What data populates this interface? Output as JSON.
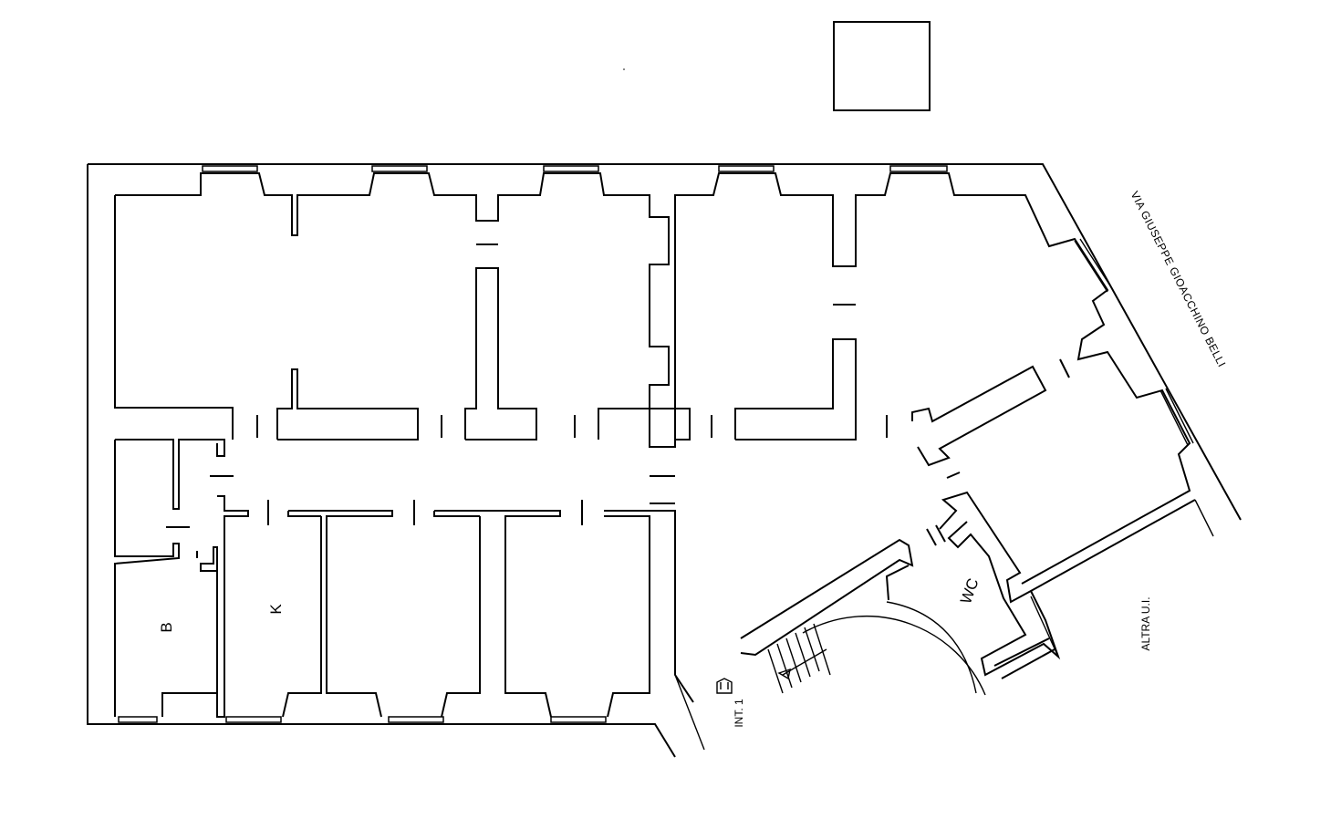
{
  "plan": {
    "rooms": {
      "bathroom": "B",
      "kitchen": "K",
      "wc": "WC"
    },
    "entrance": "INT. 1",
    "other_unit": "ALTRA U.I.",
    "street": "VIA GIUSEPPE GIOACCHINO BELLI"
  }
}
